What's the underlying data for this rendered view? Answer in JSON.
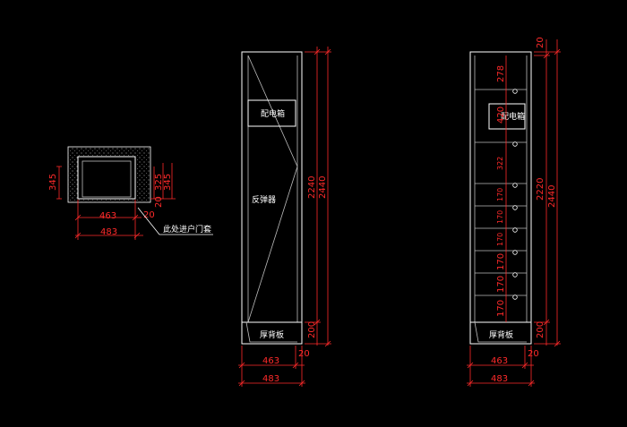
{
  "colors": {
    "background": "#000000",
    "linework": "#ffffff",
    "dimension": "#ff2a2a"
  },
  "plan_view": {
    "dims": {
      "width_inner": "463",
      "width_outer": "483",
      "depth_inner": "325",
      "depth_outer": "345",
      "depth_left": "345",
      "side": "20"
    },
    "note": "此处进户门套"
  },
  "front_view": {
    "dims": {
      "height_inner": "2240",
      "height_outer": "2440",
      "base": "200",
      "width_inner": "463",
      "width_outer": "483",
      "side": "20"
    },
    "labels": {
      "box": "配电箱",
      "mechanism": "反弹器",
      "base_board": "厚背板"
    }
  },
  "interior_view": {
    "dims": {
      "top": "20",
      "height_inner": "2220",
      "height_outer": "2440",
      "base": "200",
      "width_inner": "463",
      "width_outer": "483",
      "side": "20",
      "shelf_1": "278",
      "shelf_2": "420",
      "shelf_3": "322",
      "shelf_4": "170",
      "shelf_5": "170",
      "shelf_6": "170",
      "shelf_7": "170",
      "shelf_8": "170",
      "shelf_9": "170"
    },
    "labels": {
      "box": "配电箱",
      "base_board": "厚背板"
    }
  }
}
